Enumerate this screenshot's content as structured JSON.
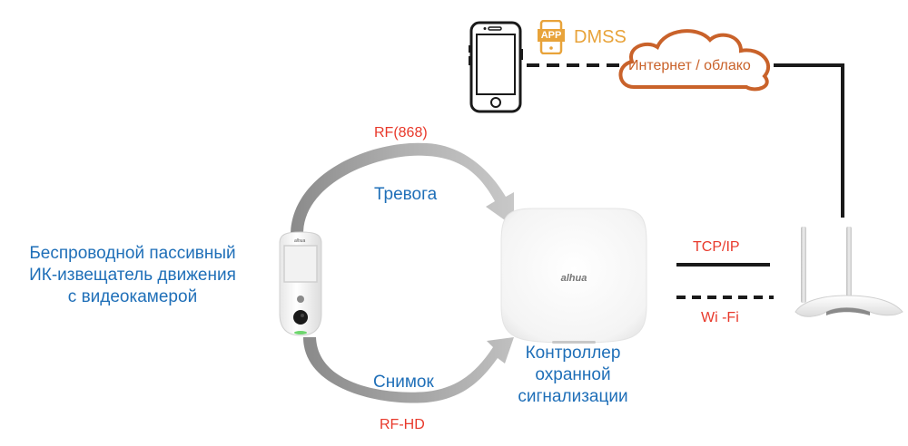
{
  "diagram": {
    "app": {
      "icon_label": "APP",
      "name": "DMSS"
    },
    "cloud": {
      "label": "Интернет / облако"
    },
    "detector": {
      "label_lines": [
        "Беспроводной пассивный",
        "ИК-извещатель движения",
        "с видеокамерой"
      ]
    },
    "controller": {
      "label_lines": [
        "Контроллер",
        "охранной",
        "сигнализации"
      ]
    },
    "links": {
      "alarm": {
        "label": "Тревога",
        "protocol": "RF(868)"
      },
      "snapshot": {
        "label": "Снимок",
        "protocol": "RF-HD"
      },
      "wired": {
        "protocol": "TCP/IP"
      },
      "wireless": {
        "protocol": "Wi -Fi"
      }
    },
    "colors": {
      "label_blue": "#1f6fb8",
      "protocol_red": "#e8392b",
      "app_orange": "#e8a33a",
      "cloud_orange": "#c9622a",
      "line_dark": "#1a1a1a",
      "arrow_gray": "#9a9a9a"
    }
  }
}
